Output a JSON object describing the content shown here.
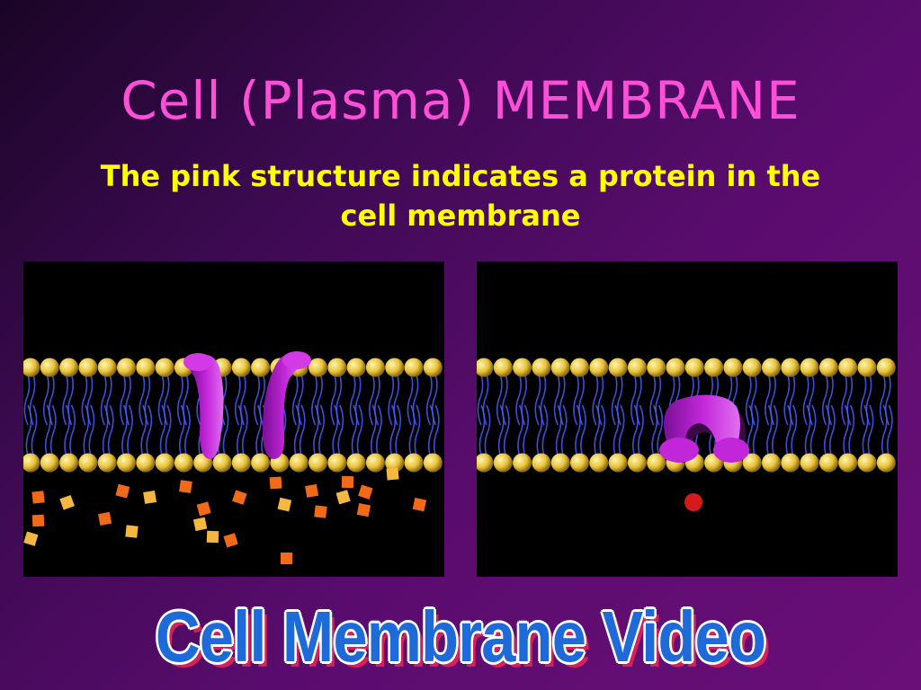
{
  "slide": {
    "title": "Cell (Plasma) MEMBRANE",
    "subtitle": "The pink structure indicates a protein in the cell membrane",
    "video_link_label": "Cell Membrane Video"
  },
  "colors": {
    "title": "#ff4fd8",
    "subtitle": "#ffff00",
    "link_text": "#1e6ad8",
    "link_outline": "#ffffff",
    "link_shadow": "#d6205a",
    "lipid_head": "#e8c23a",
    "lipid_tail": "#4a5cff",
    "protein": "#c226d9",
    "particle": "#f06a1a",
    "ion": "#d41a1a"
  },
  "panels": [
    {
      "name": "channel-protein-animation",
      "description_icon": "channel-protein-icon"
    },
    {
      "name": "carrier-protein-animation",
      "description_icon": "carrier-protein-icon"
    }
  ]
}
